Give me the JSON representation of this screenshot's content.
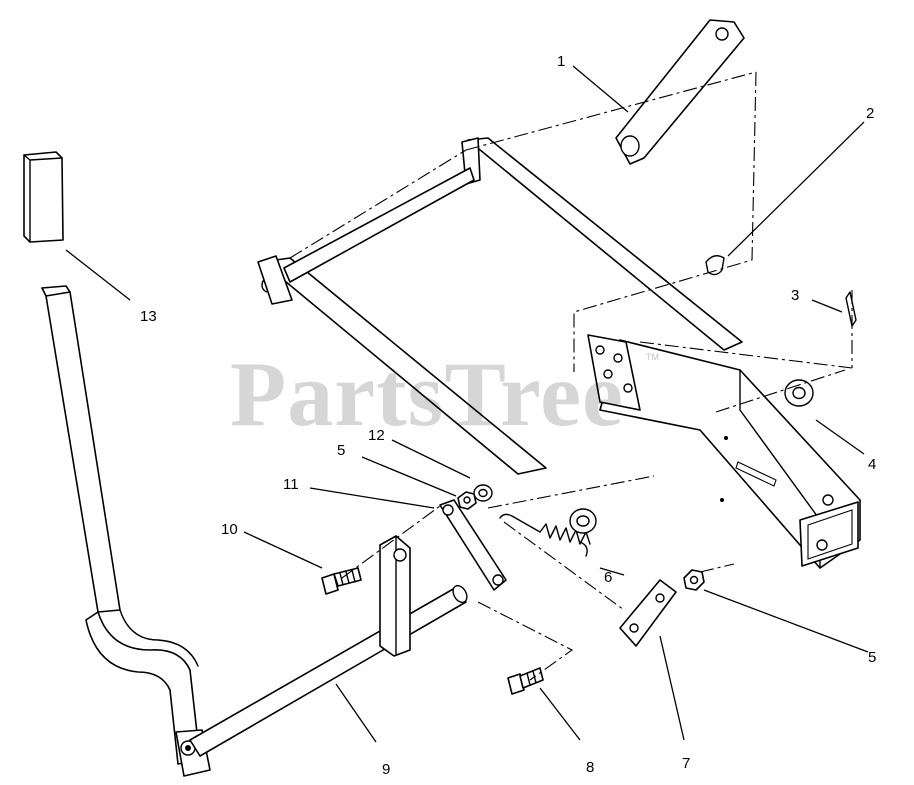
{
  "watermark": {
    "text": "PartsTree",
    "trademark": "TM"
  },
  "callouts": {
    "p1": "1",
    "p2": "2",
    "p3": "3",
    "p4": "4",
    "p5a": "5",
    "p5b": "5",
    "p6": "6",
    "p7": "7",
    "p8": "8",
    "p9": "9",
    "p10": "10",
    "p11": "11",
    "p12": "12",
    "p13": "13"
  }
}
